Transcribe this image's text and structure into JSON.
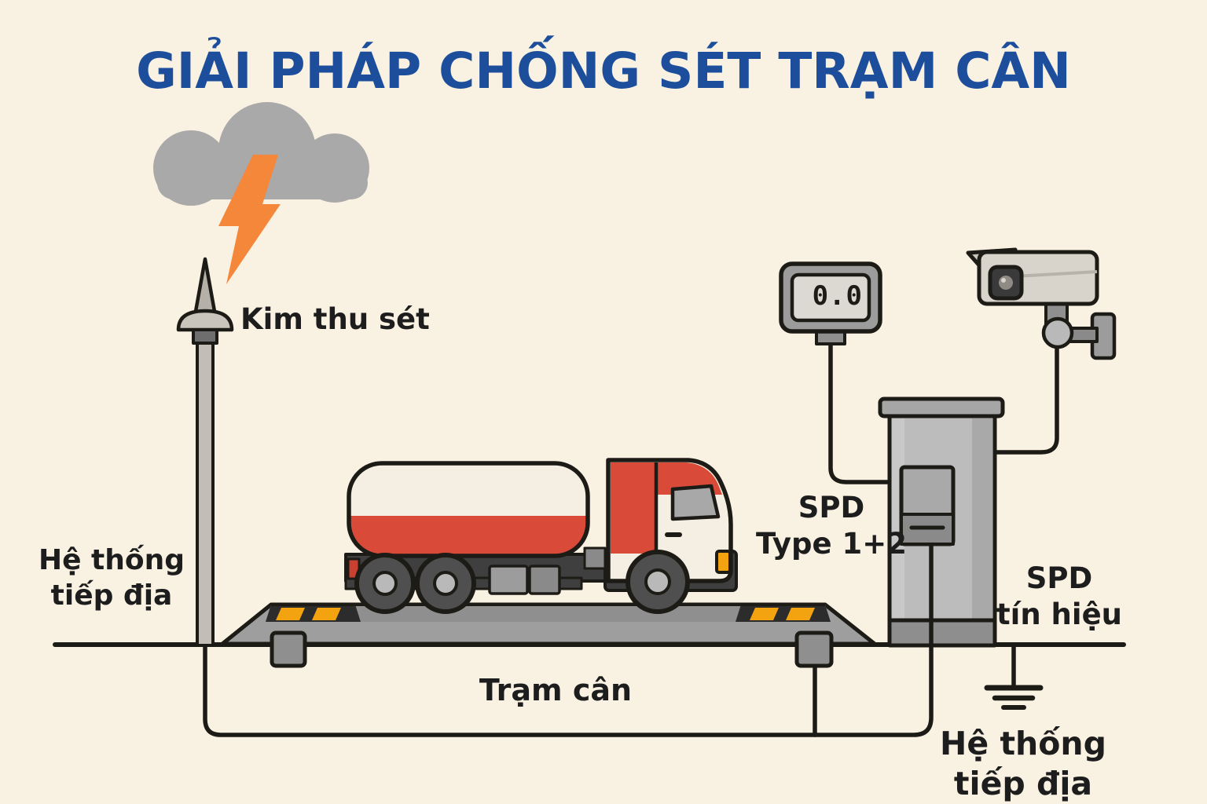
{
  "title": {
    "text": "GIẢI PHÁP CHỐNG SÉT TRẠM CÂN",
    "color": "#1d4e9b"
  },
  "labels": {
    "lightning_rod": "Kim thu sét",
    "grounding_left": {
      "line1": "Hệ thống",
      "line2": "tiếp địa"
    },
    "weighbridge": "Trạm cân",
    "spd_power": {
      "line1": "SPD",
      "line2": "Type 1+2"
    },
    "spd_signal": {
      "line1": "SPD",
      "line2": "tín hiệu"
    },
    "grounding_right": {
      "line1": "Hệ thống",
      "line2": "tiếp địa"
    }
  },
  "indicator_display": {
    "value": "0.0"
  },
  "icons": [
    "storm-cloud-icon",
    "lightning-bolt-icon",
    "lightning-rod-icon",
    "tanker-truck-icon",
    "weighbridge-icon",
    "load-cell-icon",
    "weight-indicator-icon",
    "cctv-camera-icon",
    "control-cabinet-icon",
    "spd-device-icon",
    "grounding-wire-icon",
    "earth-ground-icon"
  ],
  "colors": {
    "background": "#f9f1e2",
    "title_blue": "#1d4e9b",
    "cloud_gray": "#a9a9a9",
    "lightning_orange": "#f5873b",
    "outline_dark": "#1d1b16",
    "truck_red": "#d94b38",
    "hazard_yellow": "#f2a30f",
    "bridge_gray": "#9e9e9e",
    "cabinet_gray": "#bcbcbc",
    "screen_gray": "#dcd9d2",
    "text_dark": "#1d1d1d"
  }
}
